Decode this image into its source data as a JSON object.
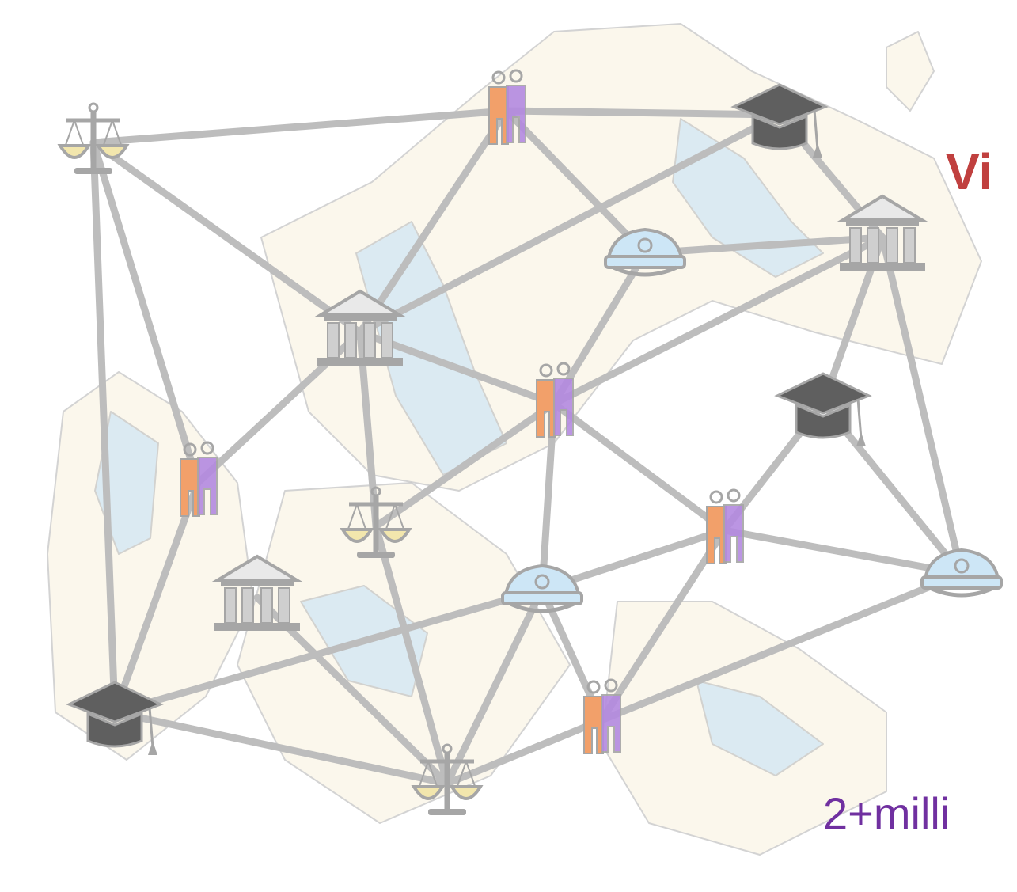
{
  "headline": {
    "text": "Vi",
    "color": "#c0403f"
  },
  "subline": {
    "text": "2+milli",
    "color": "#7030a0"
  },
  "colors": {
    "link": "#bdbdbd",
    "map_sea": "#d4e7f4",
    "map_land": "#fbf6e8",
    "map_outline": "#c9c9c9",
    "icon_grey": "#a6a6a6",
    "icon_dark": "#5f5f5f",
    "cap_blue": "#cde6f6",
    "scale_pan": "#f2e6ad",
    "person_orange": "#f2a06a",
    "person_purple": "#b48ae0"
  },
  "nodes": [
    {
      "id": "scale-a",
      "icon": "scales-icon"
    },
    {
      "id": "people-a",
      "icon": "people-icon"
    },
    {
      "id": "grad-a",
      "icon": "graduation-cap-icon"
    },
    {
      "id": "police-a",
      "icon": "police-cap-icon"
    },
    {
      "id": "court-a",
      "icon": "courthouse-icon"
    },
    {
      "id": "court-b",
      "icon": "courthouse-icon"
    },
    {
      "id": "people-b",
      "icon": "people-icon"
    },
    {
      "id": "grad-b",
      "icon": "graduation-cap-icon"
    },
    {
      "id": "people-c",
      "icon": "people-icon"
    },
    {
      "id": "scale-b",
      "icon": "scales-icon"
    },
    {
      "id": "people-d",
      "icon": "people-icon"
    },
    {
      "id": "court-c",
      "icon": "courthouse-icon"
    },
    {
      "id": "police-b",
      "icon": "police-cap-icon"
    },
    {
      "id": "police-c",
      "icon": "police-cap-icon"
    },
    {
      "id": "grad-c",
      "icon": "graduation-cap-icon"
    },
    {
      "id": "scale-c",
      "icon": "scales-icon"
    },
    {
      "id": "people-e",
      "icon": "people-icon"
    }
  ],
  "links": [
    [
      "scale-a",
      "people-a"
    ],
    [
      "scale-a",
      "court-b"
    ],
    [
      "scale-a",
      "people-c"
    ],
    [
      "scale-a",
      "grad-c"
    ],
    [
      "people-a",
      "grad-a"
    ],
    [
      "people-a",
      "court-b"
    ],
    [
      "people-a",
      "police-a"
    ],
    [
      "grad-a",
      "court-b"
    ],
    [
      "grad-a",
      "court-a"
    ],
    [
      "police-a",
      "court-a"
    ],
    [
      "police-a",
      "people-b"
    ],
    [
      "court-a",
      "people-b"
    ],
    [
      "court-a",
      "grad-b"
    ],
    [
      "court-a",
      "police-c"
    ],
    [
      "court-b",
      "people-b"
    ],
    [
      "court-b",
      "people-c"
    ],
    [
      "court-b",
      "scale-b"
    ],
    [
      "people-b",
      "scale-b"
    ],
    [
      "people-b",
      "police-b"
    ],
    [
      "people-b",
      "people-d"
    ],
    [
      "grad-b",
      "people-d"
    ],
    [
      "grad-b",
      "police-c"
    ],
    [
      "people-c",
      "grad-c"
    ],
    [
      "scale-b",
      "scale-c"
    ],
    [
      "people-d",
      "police-b"
    ],
    [
      "people-d",
      "police-c"
    ],
    [
      "people-d",
      "people-e"
    ],
    [
      "court-c",
      "scale-c"
    ],
    [
      "police-b",
      "grad-c"
    ],
    [
      "police-b",
      "scale-c"
    ],
    [
      "police-b",
      "people-e"
    ],
    [
      "grad-c",
      "scale-c"
    ],
    [
      "scale-c",
      "people-e"
    ],
    [
      "people-e",
      "police-c"
    ]
  ]
}
